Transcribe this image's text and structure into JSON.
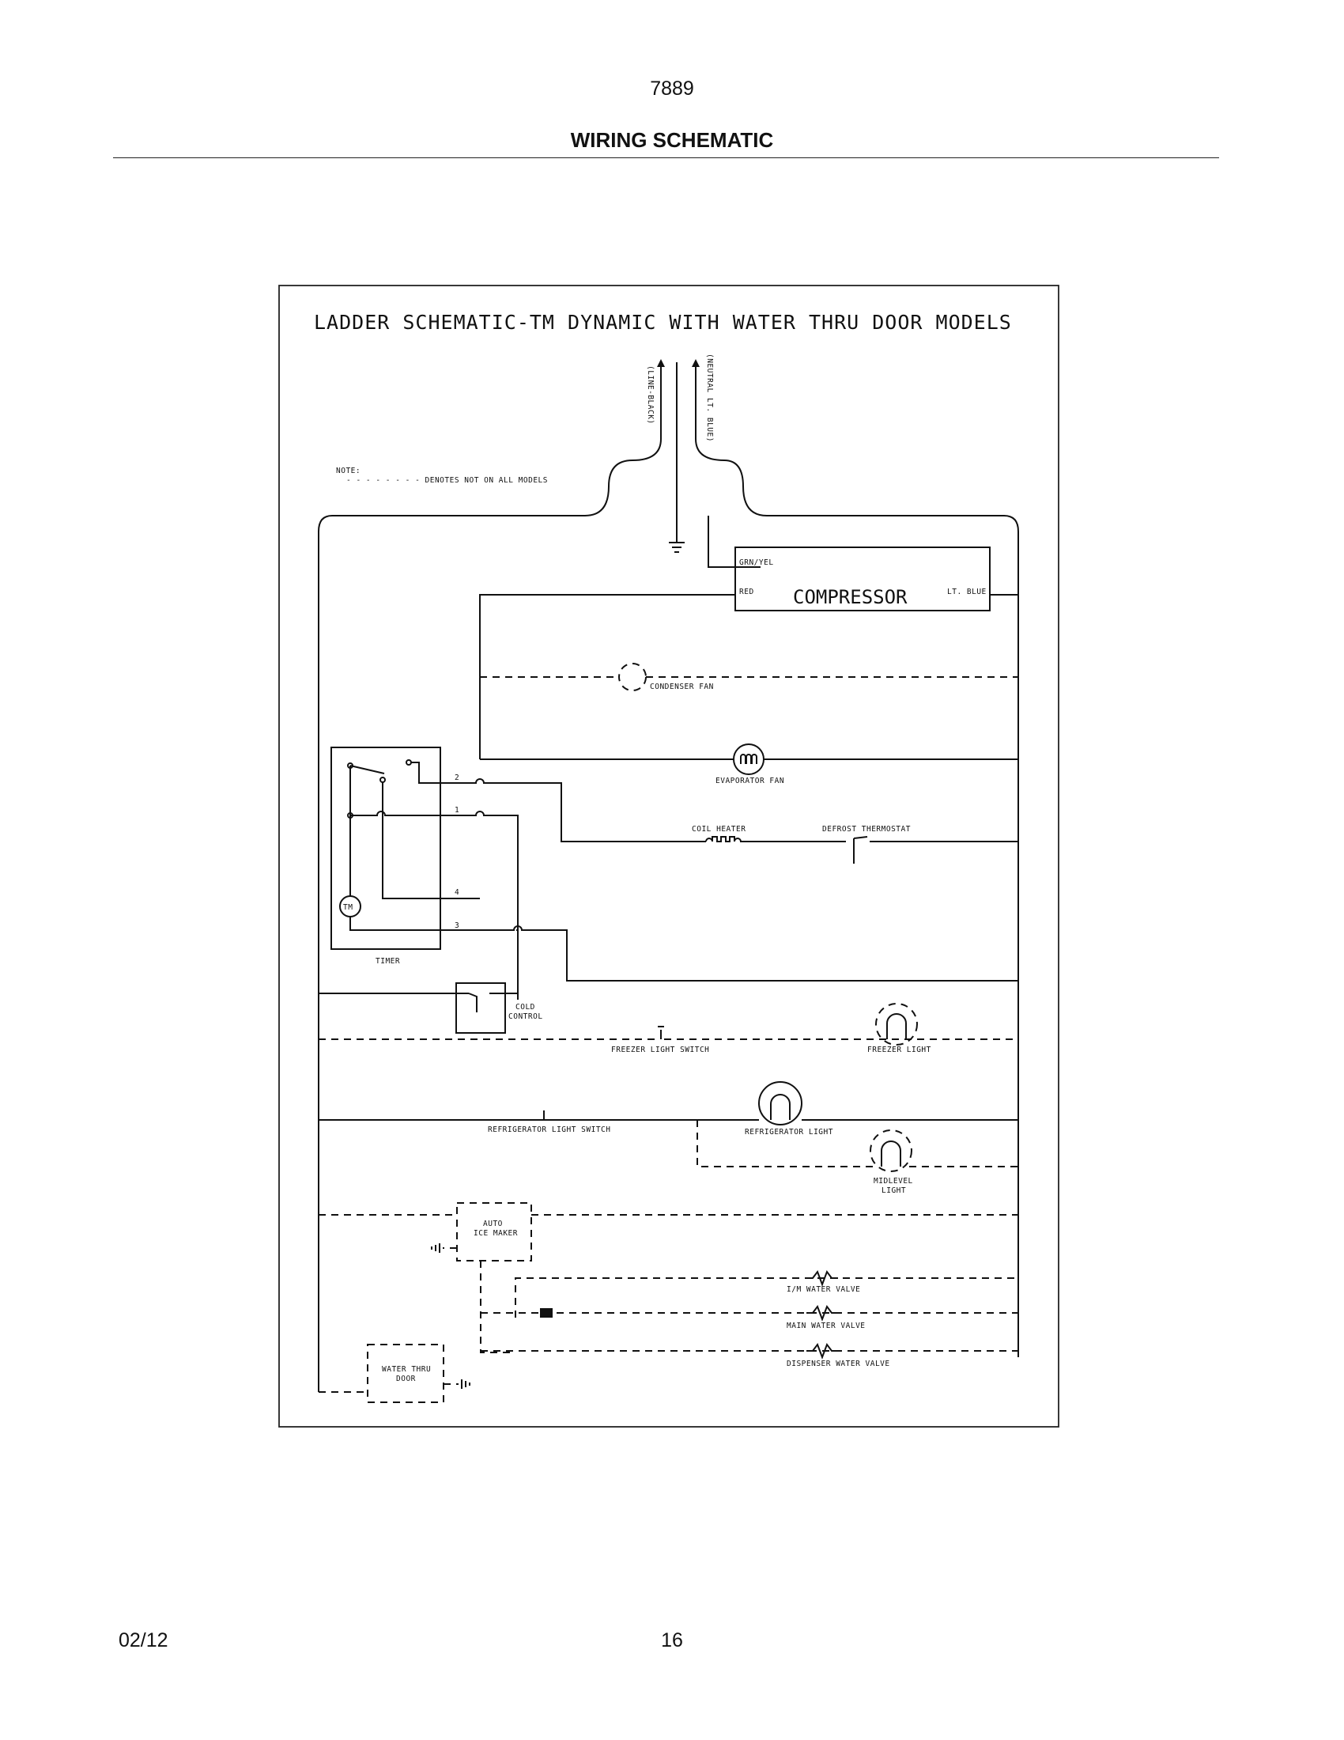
{
  "header": {
    "page_code": "7889",
    "title": "WIRING SCHEMATIC"
  },
  "footer": {
    "date": "02/12",
    "page_number": "16"
  },
  "schematic": {
    "title": "LADDER SCHEMATIC-TM DYNAMIC WITH WATER THRU DOOR MODELS",
    "line_label": "(LINE-BLACK)",
    "neutral_label": "(NEUTRAL LT. BLUE)",
    "note_title": "NOTE:",
    "note_text": "- - - - - - - - DENOTES NOT ON ALL MODELS",
    "compressor": {
      "label": "COMPRESSOR",
      "ground_wire": "GRN/YEL",
      "red_wire": "RED",
      "blue_wire": "LT. BLUE"
    },
    "labels": {
      "condenser_fan": "CONDENSER FAN",
      "evaporator_fan": "EVAPORATOR FAN",
      "coil_heater": "COIL HEATER",
      "defrost_thermostat": "DEFROST THERMOSTAT",
      "timer": "TIMER",
      "timer_motor": "TM",
      "cold_control_1": "COLD",
      "cold_control_2": "CONTROL",
      "freezer_light_switch": "FREEZER LIGHT SWITCH",
      "freezer_light": "FREEZER LIGHT",
      "refrigerator_light_switch": "REFRIGERATOR LIGHT SWITCH",
      "refrigerator_light": "REFRIGERATOR LIGHT",
      "midlevel_light_1": "MIDLEVEL",
      "midlevel_light_2": "LIGHT",
      "auto_ice_maker_1": "AUTO",
      "auto_ice_maker_2": "ICE MAKER",
      "im_water_valve": "I/M WATER VALVE",
      "main_water_valve": "MAIN WATER VALVE",
      "dispenser_water_valve": "DISPENSER WATER VALVE",
      "water_thru_door_1": "WATER THRU",
      "water_thru_door_2": "DOOR"
    },
    "timer_terminals": [
      "2",
      "1",
      "4",
      "3"
    ]
  }
}
